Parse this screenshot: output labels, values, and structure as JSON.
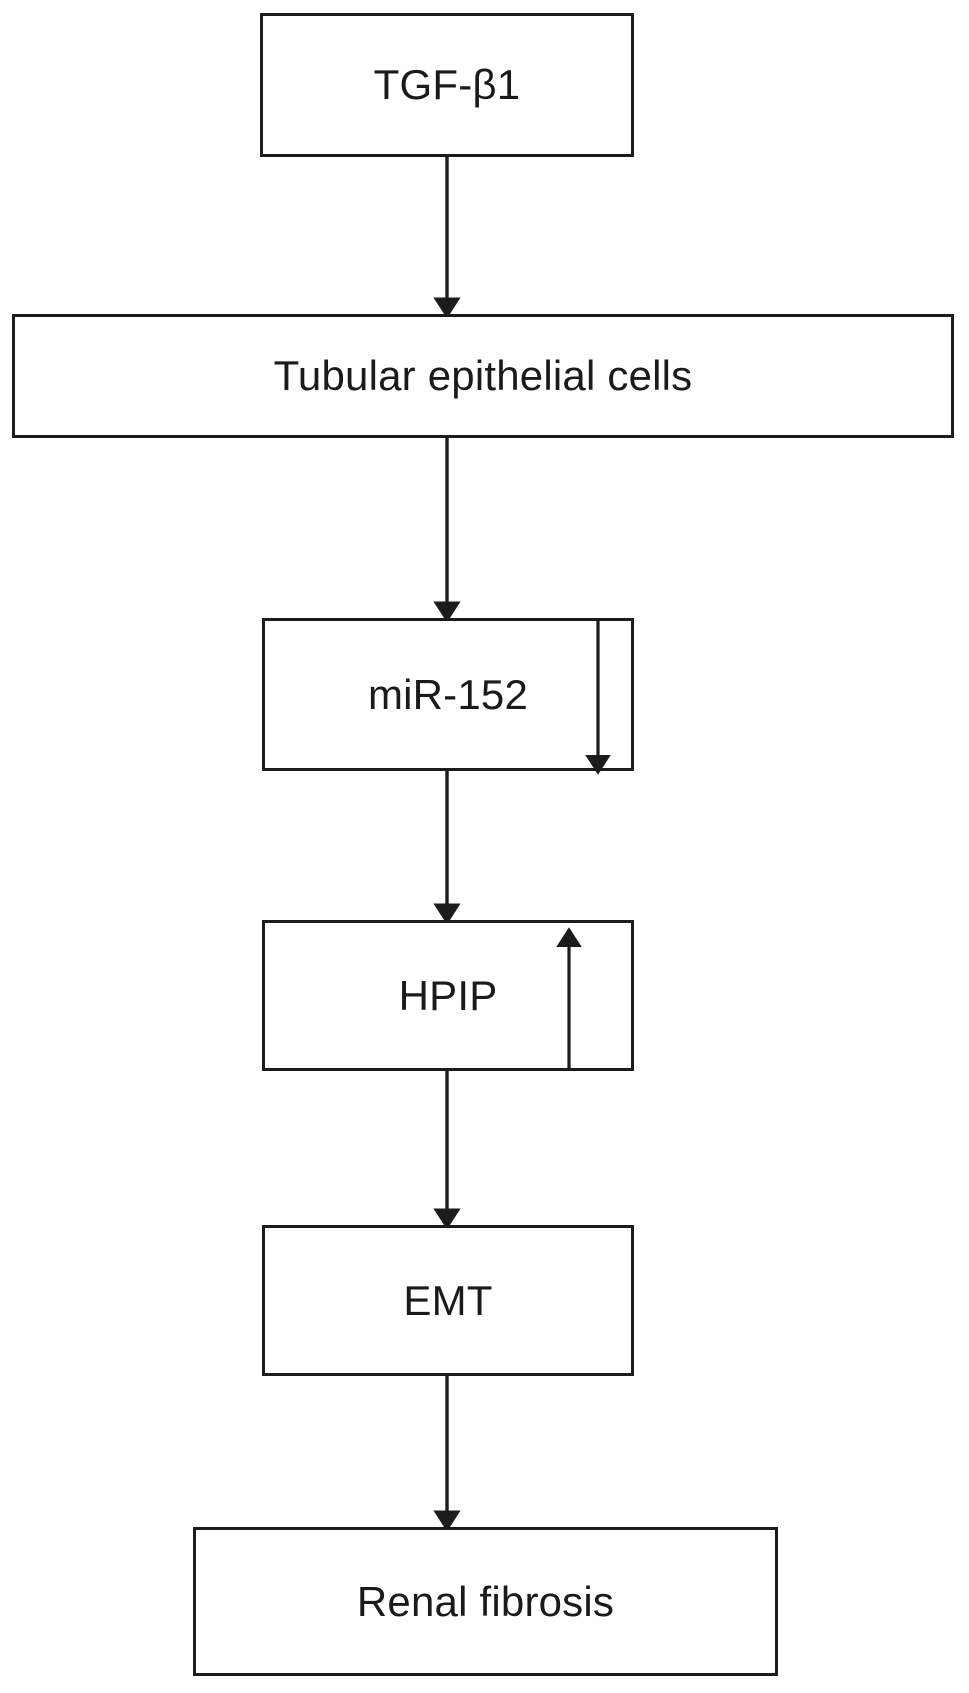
{
  "diagram": {
    "title": "TGF-beta1 induced renal fibrosis pathway",
    "orientation": "top-to-bottom",
    "line_color": "#1c1c1c",
    "background_color": "#ffffff",
    "nodes": [
      {
        "id": "tgfb1",
        "label": "TGF-β1"
      },
      {
        "id": "tubular",
        "label": "Tubular epithelial cells"
      },
      {
        "id": "mir152",
        "label": "miR-152"
      },
      {
        "id": "hpip",
        "label": "HPIP"
      },
      {
        "id": "emt",
        "label": "EMT"
      },
      {
        "id": "renal",
        "label": "Renal fibrosis"
      }
    ],
    "edges": [
      {
        "from": "tgfb1",
        "to": "tubular",
        "style": "solid-arrow"
      },
      {
        "from": "tubular",
        "to": "mir152",
        "style": "solid-arrow"
      },
      {
        "from": "mir152",
        "to": "hpip",
        "style": "solid-arrow"
      },
      {
        "from": "hpip",
        "to": "emt",
        "style": "solid-arrow"
      },
      {
        "from": "emt",
        "to": "renal",
        "style": "solid-arrow"
      }
    ],
    "regulation_markers": [
      {
        "node": "mir152",
        "direction": "down",
        "meaning": "decreased"
      },
      {
        "node": "hpip",
        "direction": "up",
        "meaning": "increased"
      }
    ]
  }
}
